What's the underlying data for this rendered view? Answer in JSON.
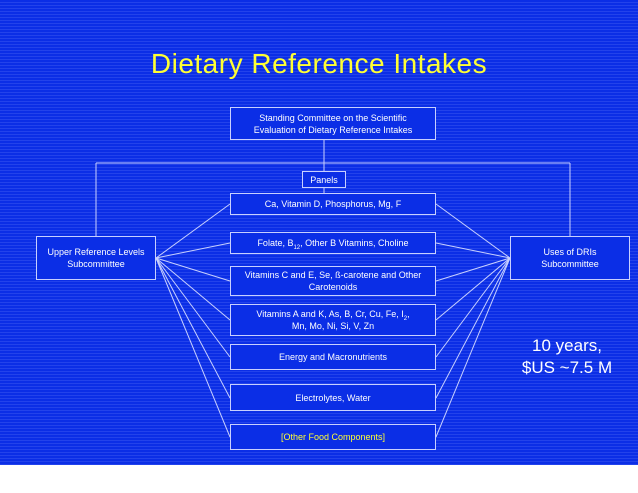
{
  "title": "Dietary Reference Intakes",
  "committee": {
    "line1": "Standing Committee on the Scientific",
    "line2": "Evaluation of Dietary Reference Intakes"
  },
  "panels_label": "Panels",
  "left_subcommittee": {
    "line1": "Upper Reference Levels",
    "line2": "Subcommittee"
  },
  "right_subcommittee": {
    "line1": "Uses of DRIs",
    "line2": "Subcommittee"
  },
  "panels": {
    "ca_vitd": "Ca, Vitamin D, Phosphorus, Mg, F",
    "folate": {
      "pre": "Folate, B",
      "sub": "12",
      "post": ", Other B Vitamins, Choline"
    },
    "vitc": {
      "line1": "Vitamins C and E, Se, ß-carotene and Other",
      "line2": "Carotenoids"
    },
    "vita": {
      "pre": "Vitamins A and K, As, B, Cr, Cu, Fe, I",
      "sub": "2",
      "post": ",",
      "line2": "Mn, Mo, Ni, Si, V, Zn"
    },
    "energy": "Energy and Macronutrients",
    "electrolytes": "Electrolytes, Water",
    "other": "[Other Food Components]"
  },
  "note": {
    "line1": "10 years,",
    "line2": "$US ~7.5 M"
  },
  "colors": {
    "background": "#0b2ee6",
    "title": "#ffff33",
    "text": "#ffffff",
    "lines": "#c8d0ff",
    "highlight_text": "#ffff33"
  }
}
